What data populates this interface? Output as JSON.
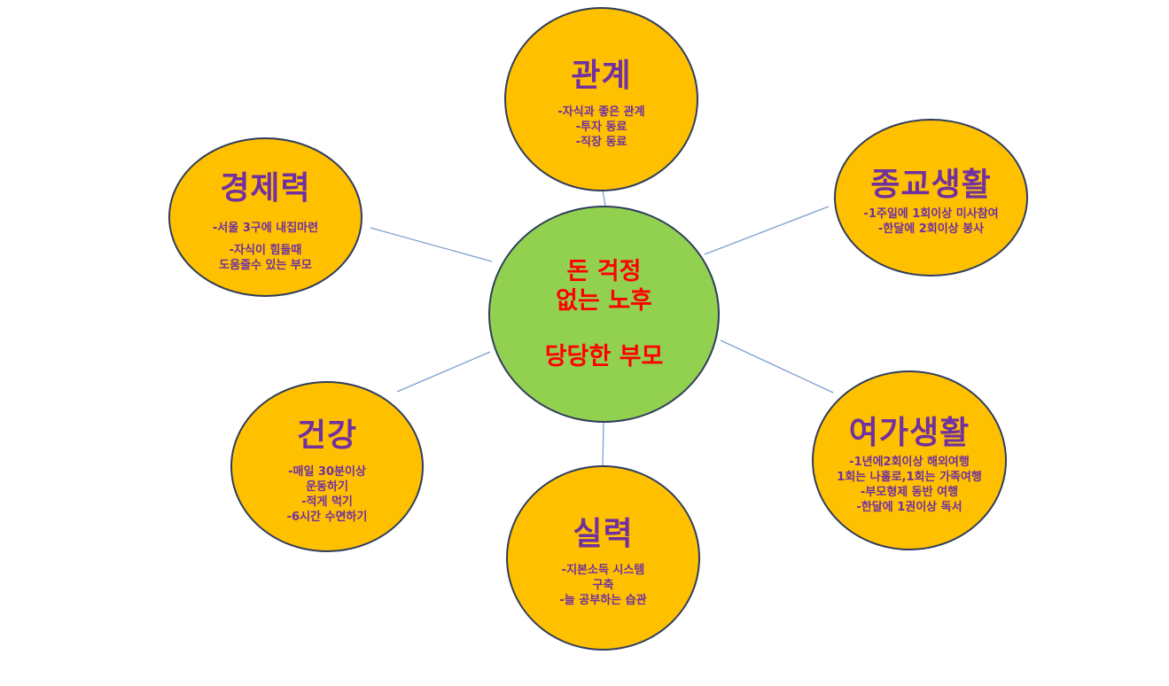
{
  "center": {
    "lines": [
      "돈 걱정",
      "없는 노후",
      "당당한 부모"
    ]
  },
  "nodes": {
    "relation": {
      "title": "관계",
      "items": [
        "-자식과 좋은 관계",
        "-투자 동료",
        "-직장 동료"
      ]
    },
    "religion": {
      "title": "종교생활",
      "items": [
        "-1주일에 1회이상 미사참여",
        "-한달에 2회이상 봉사"
      ]
    },
    "economy": {
      "title": "경제력",
      "items": [
        "-서울 3구에 내집마련",
        "-자식이 힘들때",
        "도움줄수 있는 부모"
      ]
    },
    "health": {
      "title": "건강",
      "items": [
        "-매일 30분이상",
        "운동하기",
        "-적게 먹기",
        "-6시간 수면하기"
      ]
    },
    "skill": {
      "title": "실력",
      "items": [
        "-지본소득 시스템",
        "구축",
        "-늘 공부하는 습관"
      ]
    },
    "leisure": {
      "title": "여가생활",
      "items": [
        "-1년에2회이상 해외여행",
        "1회는 나홀로,1회는 가족여행",
        "-부모형제 동반 여행",
        "-한달에 1권이상 독서"
      ]
    }
  },
  "colors": {
    "node": "#ffc000",
    "center": "#92d050",
    "title": "#7030a0",
    "center_text": "#ff0000",
    "line": "#7f9fd0"
  }
}
